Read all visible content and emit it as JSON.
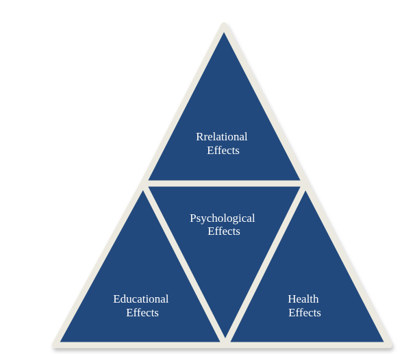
{
  "diagram": {
    "fill_color": "#204a7d",
    "border_color": "#eceae0",
    "segments": {
      "top": {
        "line1": "Rrelational",
        "line2": "Effects"
      },
      "center": {
        "line1": "Psychological",
        "line2": "Effects"
      },
      "left": {
        "line1": "Educational",
        "line2": "Effects"
      },
      "right": {
        "line1": "Health",
        "line2": "Effects"
      }
    }
  }
}
